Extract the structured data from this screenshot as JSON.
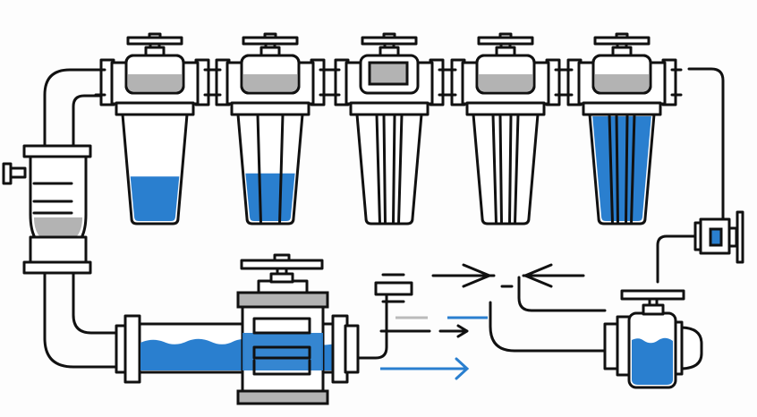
{
  "diagram": {
    "title": "",
    "colors": {
      "outline": "#111111",
      "water": "#2a7fcf",
      "sediment": "#b3b3b3",
      "light_line": "#bbbbbb",
      "flow_arrow_blue": "#2a7fcf",
      "background": "#fdfdfd"
    },
    "filter_housings": [
      {
        "id": "housing-1",
        "cap_fill": 0.5,
        "cap_style": "level",
        "bowl_water_level": 0.42,
        "cartridge_lines": 0
      },
      {
        "id": "housing-2",
        "cap_fill": 0.5,
        "cap_style": "level",
        "bowl_water_level": 0.45,
        "cartridge_lines": 2
      },
      {
        "id": "housing-3",
        "cap_fill": 1.0,
        "cap_style": "window",
        "bowl_water_level": 0.0,
        "cartridge_lines": 4
      },
      {
        "id": "housing-4",
        "cap_fill": 0.5,
        "cap_style": "level",
        "bowl_water_level": 0.0,
        "cartridge_lines": 4
      },
      {
        "id": "housing-5",
        "cap_fill": 0.5,
        "cap_style": "level",
        "bowl_water_level": 1.0,
        "cartridge_lines": 4
      }
    ],
    "sediment_trap_fill": 0.35,
    "horizontal_tank_water_level": 0.6,
    "pump_chamber_water_level": 0.7,
    "gauge_indicator": "blue-square",
    "flow_arrows": [
      {
        "id": "arrow-right-top",
        "direction": "right",
        "color": "black"
      },
      {
        "id": "arrow-left-top",
        "direction": "left",
        "color": "black"
      },
      {
        "id": "arrow-right-mid",
        "direction": "right",
        "color": "black"
      },
      {
        "id": "arrow-right-bottom",
        "direction": "right",
        "color": "blue"
      }
    ]
  }
}
